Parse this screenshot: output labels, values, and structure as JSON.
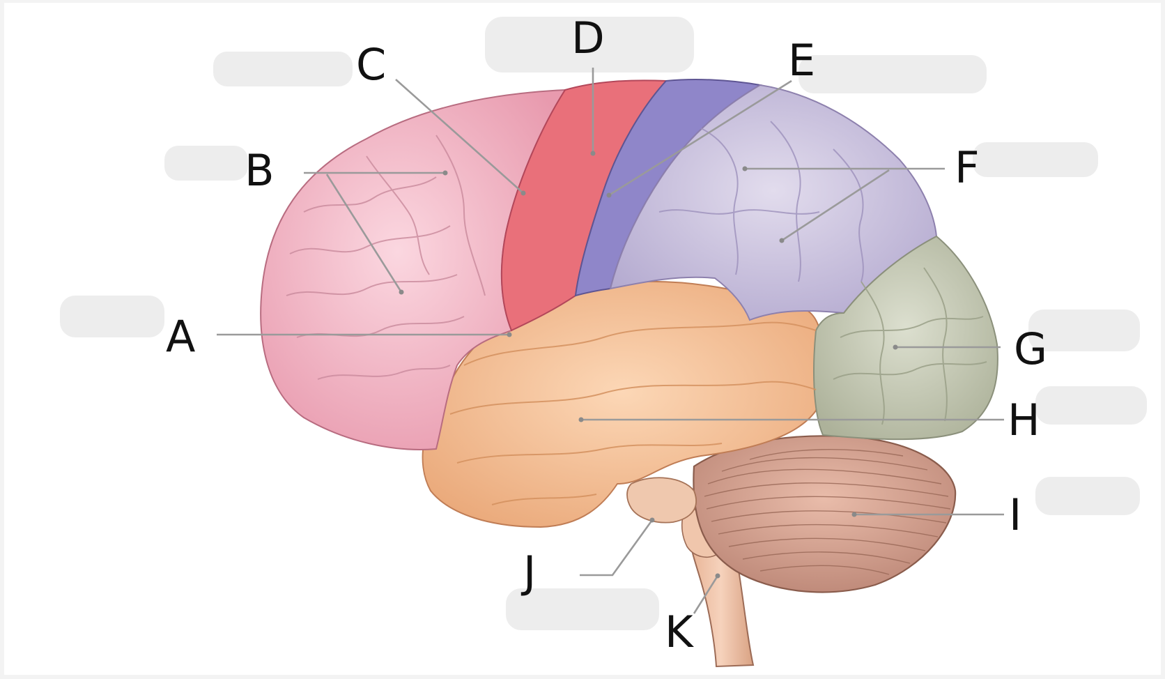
{
  "labels": {
    "A": "A",
    "B": "B",
    "C": "C",
    "D": "D",
    "E": "E",
    "F": "F",
    "G": "G",
    "H": "H",
    "I": "I",
    "J": "J",
    "K": "K"
  },
  "colors": {
    "frontal": "#f2b6c6",
    "precentral": "#e9707a",
    "postcentral": "#8f86c9",
    "parietal": "#c9c1dc",
    "occipital": "#c9cdb9",
    "temporal": "#f6c197",
    "cerebellum": "#d9a592",
    "brainstem": "#efc2a5",
    "leader_line": "#9a9a9a"
  }
}
